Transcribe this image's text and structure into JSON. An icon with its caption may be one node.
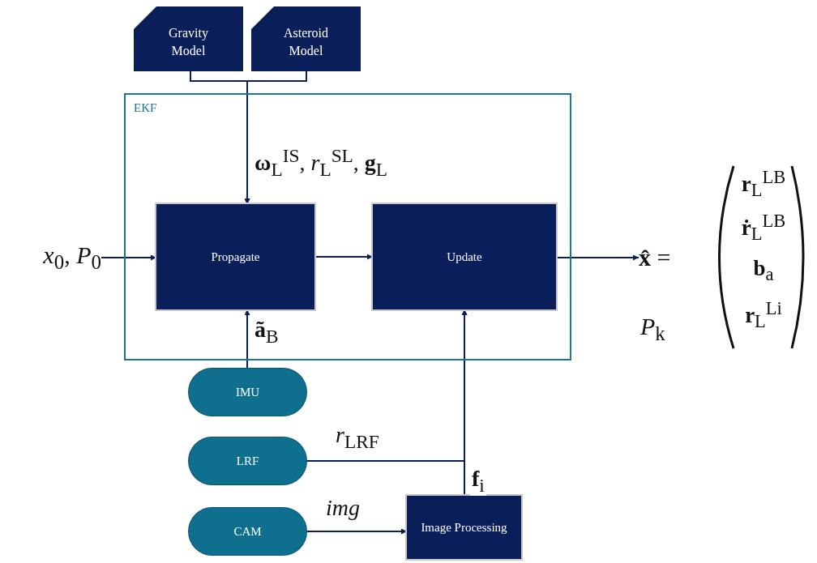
{
  "diagram": {
    "nodes": [
      {
        "text": [
          "EKF"
        ]
      },
      {
        "text": [
          "Gravity Model"
        ]
      },
      {
        "text": [
          "Asteroid Model"
        ]
      },
      {
        "text": [
          "Propagate"
        ],
        "in": 0
      },
      {
        "text": [
          "Update"
        ],
        "in": 0
      },
      {
        "text": [
          "IMU"
        ]
      },
      {
        "text": [
          "LRF"
        ]
      },
      {
        "text": [
          "CAM"
        ]
      },
      {
        "text": [
          "Image Processing"
        ]
      },
      {
        "text": [
          "*x*$_{0}$, *P*$_{0}$"
        ]
      },
      {
        "text": [
          "**x̂** ="
        ]
      }
    ],
    "edges": [
      {
        "from": 1,
        "to": 3,
        "arrow": "to",
        "label": "**ω**$_{L}$$^{IS}$, *r*$_{L}$$^{SL}$, **g**$_{L}$"
      },
      {
        "from": 2,
        "to": 3,
        "arrow": "to"
      },
      {
        "from": 9,
        "to": 3,
        "arrow": "to"
      },
      {
        "from": 3,
        "to": 4,
        "arrow": "to"
      },
      {
        "from": 4,
        "to": 10,
        "arrow": "to"
      },
      {
        "from": 5,
        "to": 3,
        "arrow": "to",
        "label": "**ã**$_{B}$"
      },
      {
        "from": 6,
        "to": 4,
        "arrow": "to",
        "label": "*r*$_{LRF}$"
      },
      {
        "from": 8,
        "to": 4,
        "arrow": "to",
        "label": "**f**$_{i}$"
      },
      {
        "from": 7,
        "to": 8,
        "arrow": "to",
        "label": "*img*"
      }
    ],
    "labels": [
      "**r**$_{L}$$^{LB}$",
      "**ṙ**$_{L}$$^{LB}$",
      "**b**$_{a}$",
      "**r**$_{L}$$^{Li}$",
      "*P*$_{k}$"
    ]
  }
}
